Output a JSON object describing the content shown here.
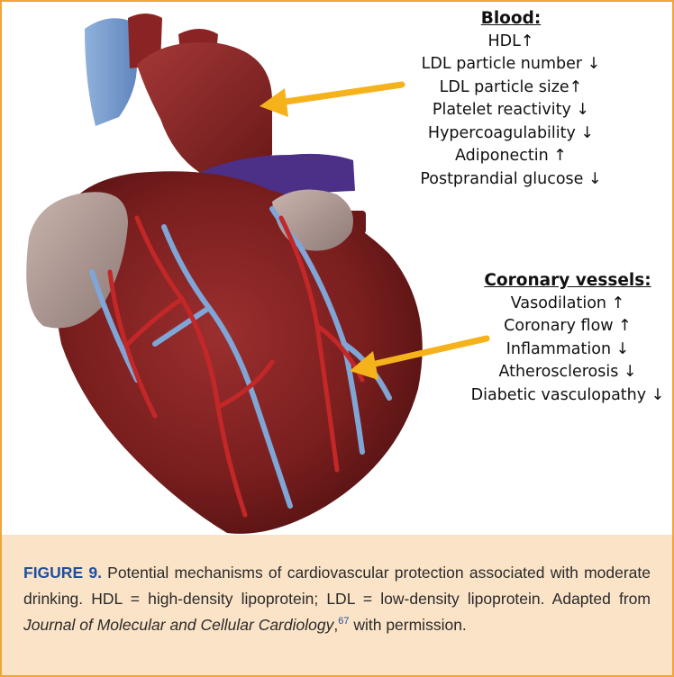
{
  "figure": {
    "blood": {
      "heading": "Blood:",
      "items": [
        "HDL↑",
        "LDL particle number ↓",
        "LDL particle size↑",
        "Platelet reactivity ↓",
        "Hypercoagulability ↓",
        "Adiponectin ↑",
        "Postprandial glucose ↓"
      ]
    },
    "coronary": {
      "heading": "Coronary vessels:",
      "items": [
        "Vasodilation ↑",
        "Coronary flow ↑",
        "Inflammation ↓",
        "Atherosclerosis ↓",
        "Diabetic vasculopathy ↓"
      ]
    },
    "caption": {
      "label": "FIGURE 9.",
      "text_main": " Potential mechanisms of cardiovascular protection associated with moderate drinking. HDL = high-density lipoprotein; LDL = low-density lipoprotein. Adapted from ",
      "journal": "Journal of Molecular and Cellular Cardiology",
      "comma": ",",
      "ref": "67",
      "text_end": " with permission."
    },
    "colors": {
      "border": "#F0A43A",
      "caption_bg": "#FBE3C7",
      "arrow": "#F5B21B",
      "heart": "#7A1E1E",
      "vein": "#7FA6D6",
      "artery": "#C42727"
    },
    "icons": {
      "pointer_arrow": "arrow-left-icon"
    }
  }
}
